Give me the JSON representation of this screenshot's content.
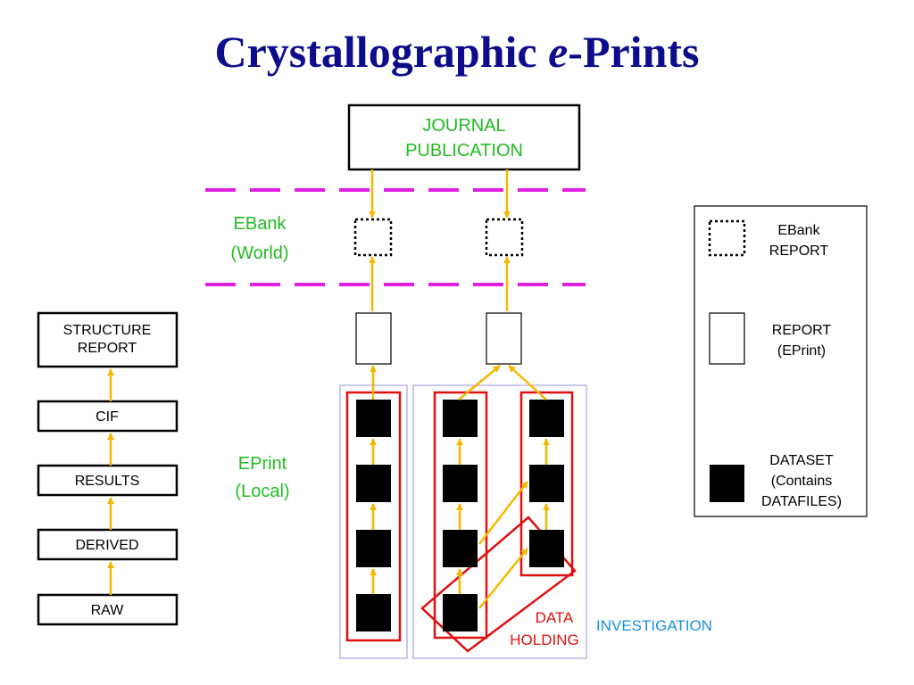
{
  "title": {
    "main": "Crystallographic ",
    "italic": "e",
    "suffix": "-Prints"
  },
  "journal": {
    "line1": "JOURNAL",
    "line2": "PUBLICATION"
  },
  "ebank_label": {
    "line1": "EBank",
    "line2": "(World)"
  },
  "eprint_label": {
    "line1": "EPrint",
    "line2": "(Local)"
  },
  "workflow": [
    "STRUCTURE|REPORT",
    "CIF",
    "RESULTS",
    "DERIVED",
    "RAW"
  ],
  "data_holding": {
    "line1": "DATA",
    "line2": "HOLDING"
  },
  "investigation": "INVESTIGATION",
  "legend": {
    "ebank_report": {
      "line1": "EBank",
      "line2": "REPORT"
    },
    "report": {
      "line1": "REPORT",
      "line2": "(EPrint)"
    },
    "dataset": {
      "line1": "DATASET",
      "line2": "(Contains",
      "line3": "DATAFILES)"
    }
  },
  "colors": {
    "title": "#0d0d8c",
    "green_text": "#22bb22",
    "arrow": "#f5b800",
    "dashed_line": "#e020e0",
    "red_outline": "#e01010",
    "investigation_box": "#c8c8f0",
    "investigation_text": "#1890e0"
  }
}
